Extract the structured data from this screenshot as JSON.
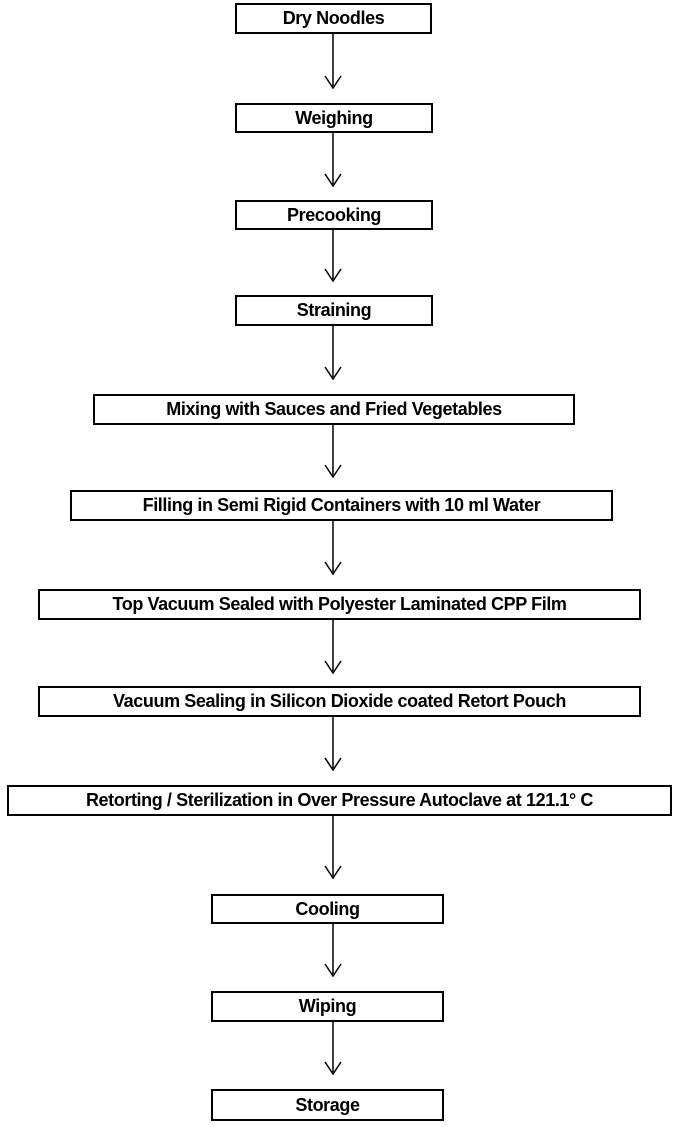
{
  "flowchart": {
    "steps": [
      "Dry Noodles",
      "Weighing",
      "Precooking",
      "Straining",
      "Mixing with Sauces and Fried Vegetables",
      "Filling in Semi Rigid Containers with 10 ml Water",
      "Top Vacuum Sealed with Polyester Laminated  CPP Film",
      "Vacuum Sealing in Silicon Dioxide coated Retort Pouch",
      "Retorting / Sterilization in Over Pressure Autoclave at 121.1° C",
      "Cooling",
      "Wiping",
      "Storage"
    ]
  },
  "colors": {
    "line": "#000000",
    "background": "#ffffff"
  }
}
